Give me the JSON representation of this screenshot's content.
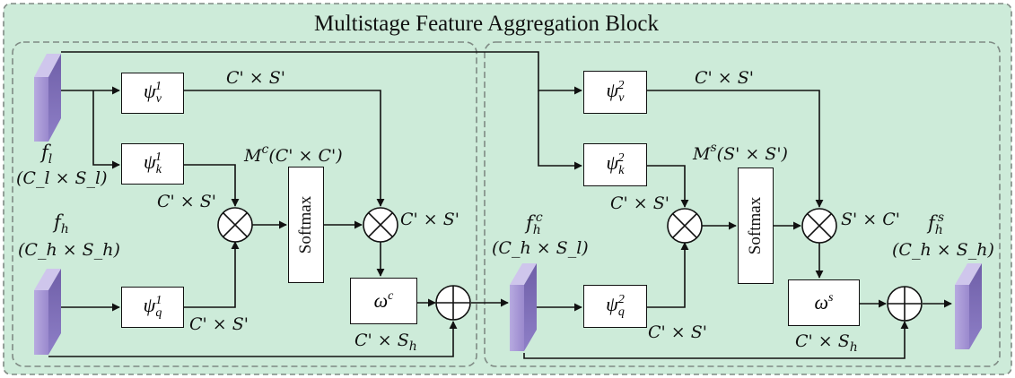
{
  "title": "Multistage Feature Aggregation Block",
  "symbols": {
    "psi": "ψ",
    "omega": "ω",
    "times": "×",
    "prime": "'"
  },
  "inputs": {
    "f_l": {
      "name": "f",
      "sub": "l",
      "dims": "(C_l × S_l)"
    },
    "f_h": {
      "name": "f",
      "sub": "h",
      "dims": "(C_h × S_h)"
    }
  },
  "outputs": {
    "f_h_c": {
      "name": "f",
      "sub": "h",
      "sup": "c",
      "dims": "(C_h × S_l)"
    },
    "f_h_s": {
      "name": "f",
      "sub": "h",
      "sup": "s",
      "dims": "(C_h × S_h)"
    }
  },
  "stage1": {
    "psi_v": {
      "sup": "1",
      "sub": "v"
    },
    "psi_k": {
      "sup": "1",
      "sub": "k"
    },
    "psi_q": {
      "sup": "1",
      "sub": "q"
    },
    "softmax": "Softmax",
    "omega": {
      "sup": "c"
    },
    "attention_label": {
      "name": "M",
      "sup": "c",
      "dims": "(C' × C')"
    },
    "dim_v": "C' × S'",
    "dim_k": "C' × S'",
    "dim_q": "C' × S'",
    "dim_mul": "C' × S'",
    "dim_omega": "C' × S",
    "dim_omega_sub": "h"
  },
  "stage2": {
    "psi_v": {
      "sup": "2",
      "sub": "v"
    },
    "psi_k": {
      "sup": "2",
      "sub": "k"
    },
    "psi_q": {
      "sup": "2",
      "sub": "q"
    },
    "softmax": "Softmax",
    "omega": {
      "sup": "s"
    },
    "attention_label": {
      "name": "M",
      "sup": "s",
      "dims": "(S' × S')"
    },
    "dim_v": "C' × S'",
    "dim_k": "C' × S'",
    "dim_q": "C' × S'",
    "dim_mul": "S' × C'",
    "dim_omega": "C' × S",
    "dim_omega_sub": "h"
  },
  "colors": {
    "outer_fill": "#cdebd9",
    "outer_border": "#7f8a84",
    "feature_front": "#a99ad6",
    "feature_side": "#7d6cb5",
    "line": "#111111"
  }
}
